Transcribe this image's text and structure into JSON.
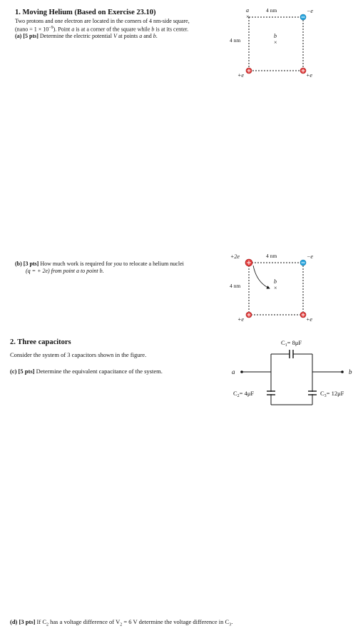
{
  "problem1": {
    "title": "1. Moving Helium (Based on Exercise 23.10)",
    "line1": "Two protons and one electron are located in the corners of 4 nm-side square,",
    "line2a": "(nano = 1 × 10",
    "line2exp": "−9",
    "line2b": "). Point ",
    "line2c": "a",
    "line2d": " is at a corner of the square while ",
    "line2e": "b",
    "line2f": " is at its center.",
    "partA_label": "(a) [5 pts]",
    "partA_text_pre": " Determine the electric potential ",
    "partA_V": "V",
    "partA_text_mid": " at points ",
    "partA_a": "a",
    "partA_and": " and ",
    "partA_b": "b",
    "partA_end": ".",
    "partB_label": "(b) [3 pts]",
    "partB_text_pre": " How much work is required for ",
    "partB_you": "you",
    "partB_text_post": " to relocate a helium nuclei",
    "partB_line2": "(q = + 2e) from point a to point b."
  },
  "diagram1": {
    "side_label": "4 nm",
    "left_label": "4 nm",
    "point_a": "a",
    "point_b": "b",
    "top_right_charge": "−e",
    "bottom_left_charge": "+e",
    "bottom_right_charge": "+e",
    "cross": "×"
  },
  "diagram2": {
    "side_label": "4 nm",
    "left_label": "4 nm",
    "point_b": "b",
    "top_left_charge": "+2e",
    "top_right_charge": "−e",
    "bottom_left_charge": "+e",
    "bottom_right_charge": "+e",
    "cross": "×"
  },
  "problem2": {
    "title": "2. Three capacitors",
    "intro": "Consider the system of 3 capacitors shown in the figure.",
    "partC_label": "(c) [5 pts]",
    "partC_text": " Determine the equivalent capacitance of the system.",
    "partD_label": "(d) [3 pts]",
    "partD_text_1": " If C",
    "partD_sub1": "2",
    "partD_text_2": " has a voltage difference of V",
    "partD_sub2": "2",
    "partD_text_3": " = 6 V determine the voltage difference in C",
    "partD_sub3": "3",
    "partD_text_4": "."
  },
  "circuit": {
    "c1": "C",
    "c1_sub": "1",
    "c1_val": "= 8μF",
    "c2": "C",
    "c2_sub": "2",
    "c2_val": "= 4μF",
    "c3": "C",
    "c3_sub": "3",
    "c3_val": "= 12μF",
    "terminal_a": "a",
    "terminal_b": "b"
  },
  "colors": {
    "positive": "#e23b3b",
    "negative": "#2aa7e0"
  }
}
